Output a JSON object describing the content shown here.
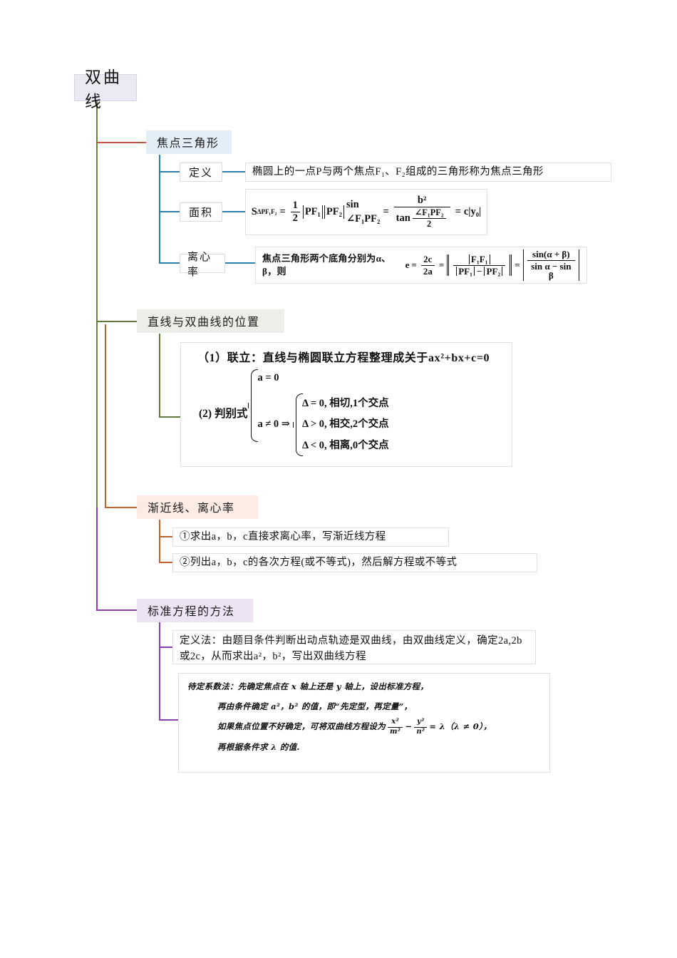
{
  "root": {
    "label": "双曲线"
  },
  "colors": {
    "trunk": "#6b7f3e",
    "branch1_wire": "#c0553f",
    "branch1_sub_wire": "#2a7fa8",
    "branch2_wire": "#5f7a3c",
    "branch3_wire": "#bb6430",
    "branch4_wire": "#8a3fb0",
    "root_fill": "#ece9f3",
    "topic1_fill": "#e4eef8",
    "topic2_fill": "#ecefe7",
    "topic3_fill": "#fcebe3",
    "topic4_fill": "#ece4f4",
    "box_border": "#e0e0e0"
  },
  "branches": [
    {
      "title": "焦点三角形",
      "children": [
        {
          "label": "定义",
          "text": "椭圆上的一点P与两个焦点F₁、F₂组成的三角形称为焦点三角形"
        },
        {
          "label": "面积",
          "formula_parts": {
            "lhs": "S",
            "lhs_sub": "ΔPF₁F₂",
            "half_num": "1",
            "half_den": "2",
            "pf1": "PF₁",
            "pf2": "PF₂",
            "sin_angle": "sin ∠F₁PF₂",
            "frac_num": "b²",
            "frac_den_tan": "tan",
            "frac_den_angle_num": "∠F₁PF₂",
            "frac_den_angle_den": "2",
            "result": "c|y₀|"
          }
        },
        {
          "label": "离心率",
          "formula_parts": {
            "lead": "焦点三角形两个底角分别为α、β，则",
            "e": "e",
            "e_num": "2c",
            "e_den": "2a",
            "mid_num": "F₁F₁",
            "mid_den_a": "PF₁",
            "mid_den_b": "PF₂",
            "right_num": "sin(α + β)",
            "right_den": "sin α − sin β"
          }
        }
      ]
    },
    {
      "title": "直线与双曲线的位置",
      "line1": "（1）联立：直线与椭圆联立方程整理成关于ax²+bx+c=0",
      "case_label": "(2) 判别式",
      "case_top": "a = 0",
      "case_bottom_cond": "a ≠ 0 ⇒",
      "case_results": [
        "Δ = 0, 相切,1个交点",
        "Δ > 0, 相交,2个交点",
        "Δ < 0,  相离,0个交点"
      ]
    },
    {
      "title": "渐近线、离心率",
      "items": [
        "①求出a，b，c直接求离心率，写渐近线方程",
        "②列出a，b，c的各次方程(或不等式)，然后解方程或不等式"
      ]
    },
    {
      "title": "标准方程的方法",
      "definition_method": "定义法：由题目条件判断出动点轨迹是双曲线，由双曲线定义，确定2a,2b或2c，从而求出a²，b²，写出双曲线方程",
      "undetermined": {
        "line1": "待定系数法：先确定焦点在 x 轴上还是 y 轴上，设出标准方程，",
        "line2_pre": "再由条件确定 a²，b² 的值，即“先定型，再定量”，",
        "line3_pre": "如果焦点位置不好确定，可将双曲线方程设为",
        "line3_frac1_num": "x²",
        "line3_frac1_den": "m²",
        "line3_minus": "−",
        "line3_frac2_num": "y²",
        "line3_frac2_den": "n²",
        "line3_post": "= λ（λ ≠ 0），",
        "line4": "再根据条件求 λ 的值."
      }
    }
  ]
}
